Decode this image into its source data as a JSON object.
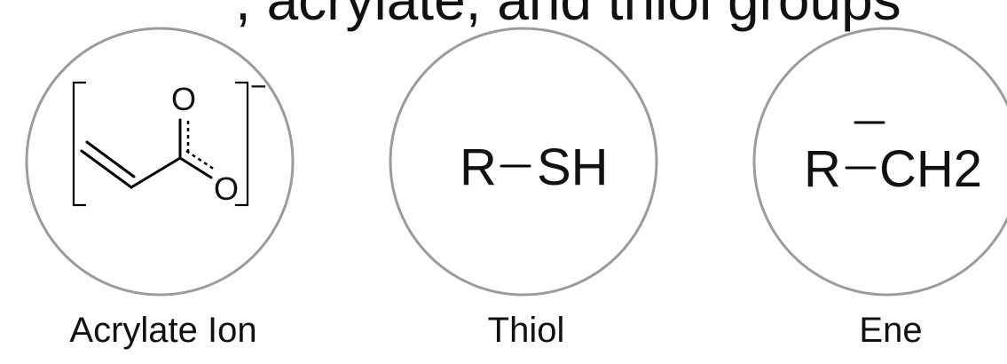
{
  "header": {
    "partial_text": ", acrylate, and thiol groups"
  },
  "groups": [
    {
      "label": "Acrylate Ion",
      "atom_top": "O",
      "atom_right": "O",
      "charge": "−"
    },
    {
      "label": "Thiol",
      "formula_left": "R",
      "formula_right": "SH"
    },
    {
      "label": "Ene",
      "formula_left": "R",
      "formula_right": "CH2"
    }
  ],
  "colors": {
    "circle_stroke": "#9b9b9b",
    "bond": "#000000",
    "text": "#111111"
  }
}
